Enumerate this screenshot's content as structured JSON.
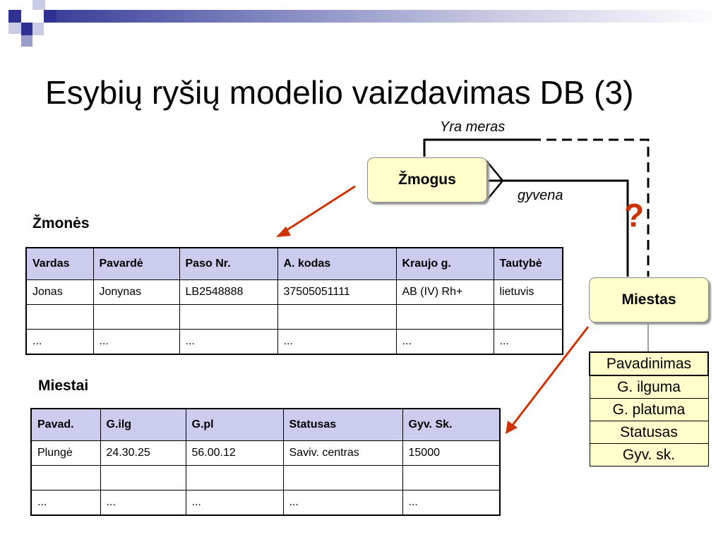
{
  "slide": {
    "title": "Esybių ryšių modelio vaizdavimas DB (3)"
  },
  "diagram": {
    "entity_person": "Žmogus",
    "entity_city": "Miestas",
    "relation_mayor": "Yra meras",
    "relation_lives": "gyvena",
    "question_mark": "?",
    "city_attributes": [
      "Pavadinimas",
      "G. ilguma",
      "G. platuma",
      "Statusas",
      "Gyv. sk."
    ]
  },
  "people_table": {
    "caption": "Žmonės",
    "headers": [
      "Vardas",
      "Pavardė",
      "Paso Nr.",
      "A. kodas",
      "Kraujo g.",
      "Tautybė"
    ],
    "rows": [
      [
        "Jonas",
        "Jonynas",
        "LB2548888",
        "37505051111",
        "AB (IV) Rh+",
        "lietuvis"
      ],
      [
        "",
        "",
        "",
        "",
        "",
        ""
      ],
      [
        "...",
        "...",
        "...",
        "...",
        "...",
        "..."
      ]
    ]
  },
  "cities_table": {
    "caption": "Miestai",
    "headers": [
      "Pavad.",
      "G.ilg",
      "G.pl",
      "Statusas",
      "Gyv. Sk."
    ],
    "rows": [
      [
        "Plungė",
        "24.30.25",
        "56.00.12",
        "Saviv. centras",
        "15000"
      ],
      [
        "",
        "",
        "",
        "",
        ""
      ],
      [
        "...",
        "...",
        "...",
        "...",
        "..."
      ]
    ]
  },
  "colors": {
    "header_fill": "#ccccee",
    "entity_fill": "#ffffcc",
    "arrow": "#cc3300",
    "accent_dark": "#3b3f9a"
  }
}
